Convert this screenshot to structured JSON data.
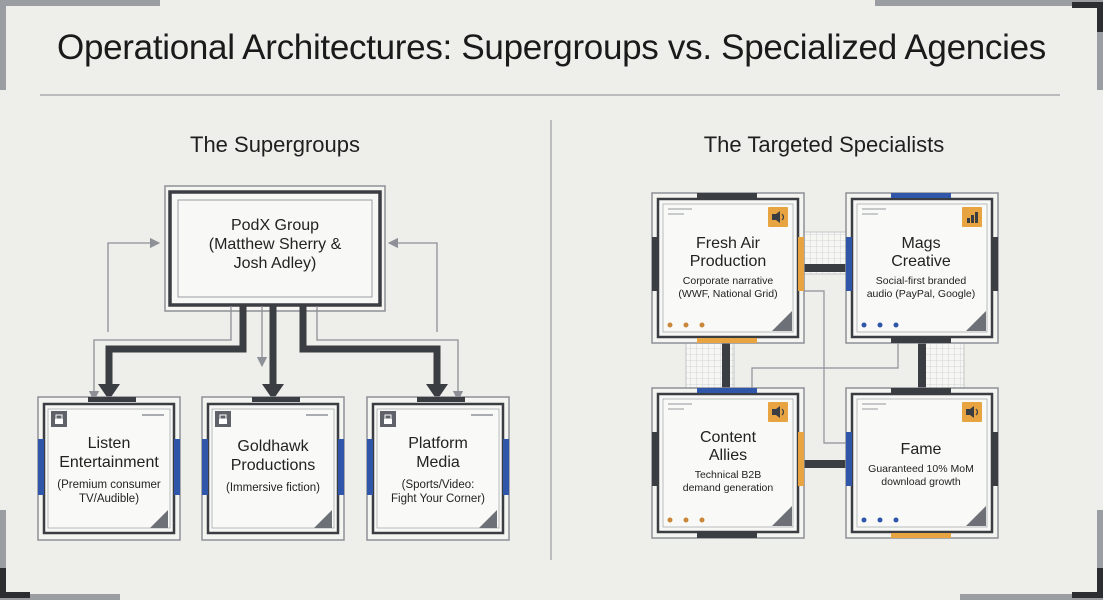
{
  "title": "Operational Architectures: Supergroups vs. Specialized Agencies",
  "sections": {
    "supergroups": {
      "heading": "The Supergroups",
      "hub": {
        "name_lines": [
          "PodX Group",
          "(Matthew Sherry &",
          "Josh Adley)"
        ]
      },
      "members": [
        {
          "name_lines": [
            "Listen",
            "Entertainment"
          ],
          "desc_lines": [
            "(Premium consumer",
            "TV/Audible)"
          ]
        },
        {
          "name_lines": [
            "Goldhawk",
            "Productions"
          ],
          "desc_lines": [
            "(Immersive fiction)"
          ]
        },
        {
          "name_lines": [
            "Platform",
            "Media"
          ],
          "desc_lines": [
            "(Sports/Video:",
            "Fight Your Corner)"
          ]
        }
      ]
    },
    "specialists": {
      "heading": "The Targeted Specialists",
      "agencies": [
        {
          "name_lines": [
            "Fresh Air",
            "Production"
          ],
          "desc_lines": [
            "Corporate narrative",
            "(WWF, National Grid)"
          ],
          "icon": "speaker-icon",
          "dot_color": "#c8873a"
        },
        {
          "name_lines": [
            "Mags",
            "Creative"
          ],
          "desc_lines": [
            "Social-first branded",
            "audio (PayPal, Google)"
          ],
          "icon": "bar-chart-icon",
          "dot_color": "#2f56a8"
        },
        {
          "name_lines": [
            "Content",
            "Allies"
          ],
          "desc_lines": [
            "Technical B2B",
            "demand generation"
          ],
          "icon": "speaker-icon",
          "dot_color": "#c8873a"
        },
        {
          "name_lines": [
            "Fame"
          ],
          "desc_lines": [
            "Guaranteed 10% MoM",
            "download growth"
          ],
          "icon": "speaker-icon",
          "dot_color": "#2f56a8"
        }
      ]
    }
  },
  "colors": {
    "background": "#eeeeea",
    "dark": "#3a3d42",
    "orange": "#e8a441",
    "blue": "#2f56a8",
    "outline": "#8d9096"
  }
}
